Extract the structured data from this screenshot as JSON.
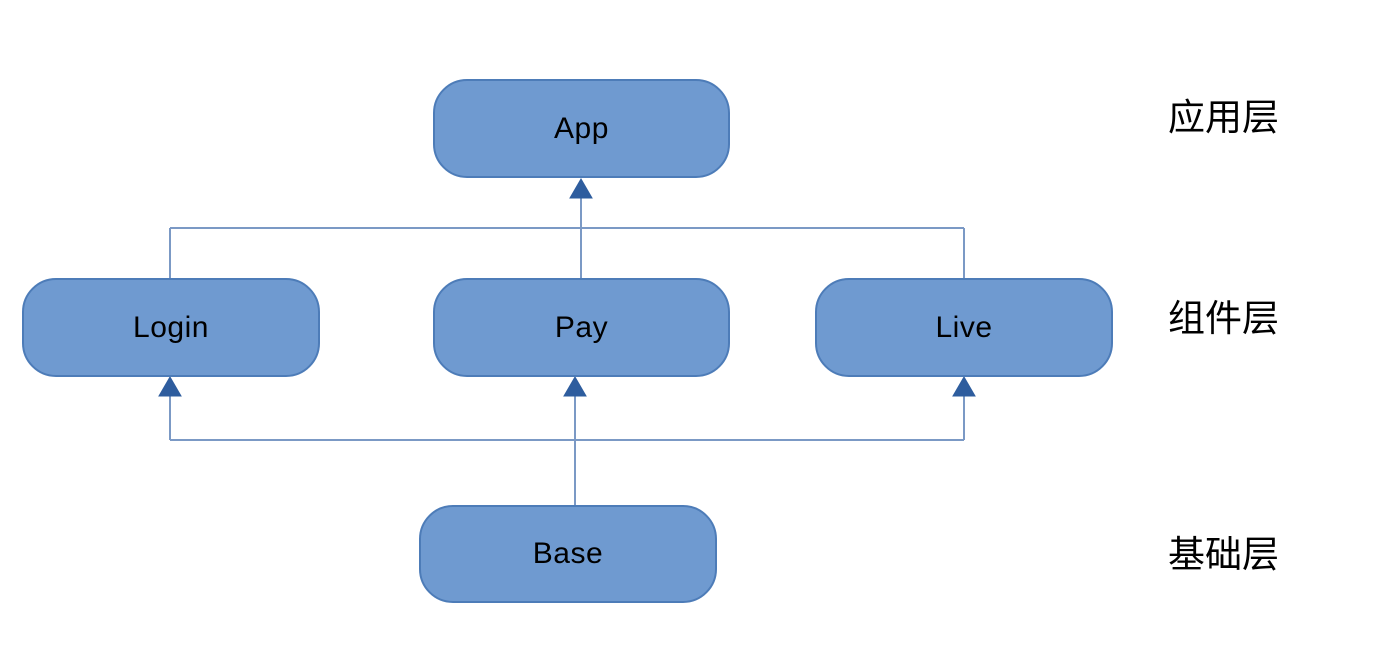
{
  "diagram": {
    "nodes": [
      {
        "id": "app",
        "label": "App"
      },
      {
        "id": "login",
        "label": "Login"
      },
      {
        "id": "pay",
        "label": "Pay"
      },
      {
        "id": "live",
        "label": "Live"
      },
      {
        "id": "base",
        "label": "Base"
      }
    ],
    "layers": [
      {
        "id": "application-layer",
        "label": "应用层"
      },
      {
        "id": "component-layer",
        "label": "组件层"
      },
      {
        "id": "base-layer",
        "label": "基础层"
      }
    ],
    "edges": [
      {
        "from": "login",
        "to": "app"
      },
      {
        "from": "pay",
        "to": "app"
      },
      {
        "from": "live",
        "to": "app"
      },
      {
        "from": "base",
        "to": "login"
      },
      {
        "from": "base",
        "to": "pay"
      },
      {
        "from": "base",
        "to": "live"
      }
    ],
    "colors": {
      "node_fill": "#6f9ad0",
      "node_border": "#4d7cb8",
      "connector_line": "#7b99c5",
      "arrow_head": "#2e5d9e",
      "text": "#000000",
      "background": "#ffffff"
    }
  }
}
